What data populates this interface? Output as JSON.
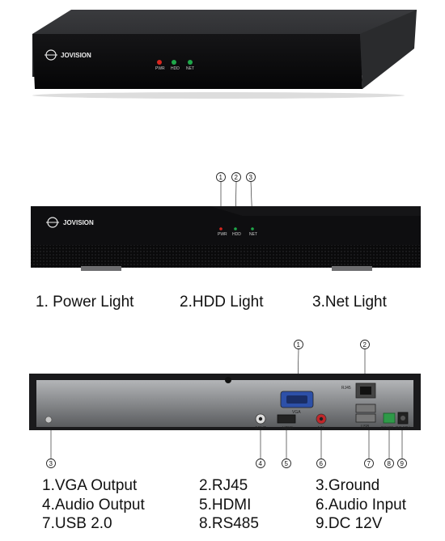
{
  "brand": "JOVISION",
  "top_view": {
    "led_labels": [
      "PWR",
      "HDD",
      "NET"
    ]
  },
  "front_view": {
    "led_labels": [
      "PWR",
      "HDD",
      "NET"
    ],
    "callouts": [
      "1",
      "2",
      "3"
    ],
    "legend": [
      "1. Power Light",
      "2.HDD Light",
      "3.Net Light"
    ]
  },
  "rear_view": {
    "port_labels": {
      "vga": "VGA",
      "rj45": "RJ45",
      "aout": "AOUT",
      "hdmi": "HDMI",
      "ain": "AIN",
      "usb": "USB",
      "rs485": "RS485",
      "dc": "DC 12V"
    },
    "callouts": [
      "1",
      "2",
      "3",
      "4",
      "5",
      "6",
      "7",
      "8",
      "9"
    ],
    "legend": {
      "col1": [
        "1.VGA Output",
        "4.Audio Output",
        "7.USB 2.0"
      ],
      "col2": [
        "2.RJ45",
        "5.HDMI",
        "8.RS485"
      ],
      "col3": [
        "3.Ground",
        "6.Audio Input",
        "9.DC 12V"
      ]
    }
  },
  "colors": {
    "chassis": "#1c1c1e",
    "front_panel": "#0d0d0f",
    "power_led": "#d8261f",
    "status_led": "#1fa84a",
    "rear_panel": "#8a8d91"
  }
}
